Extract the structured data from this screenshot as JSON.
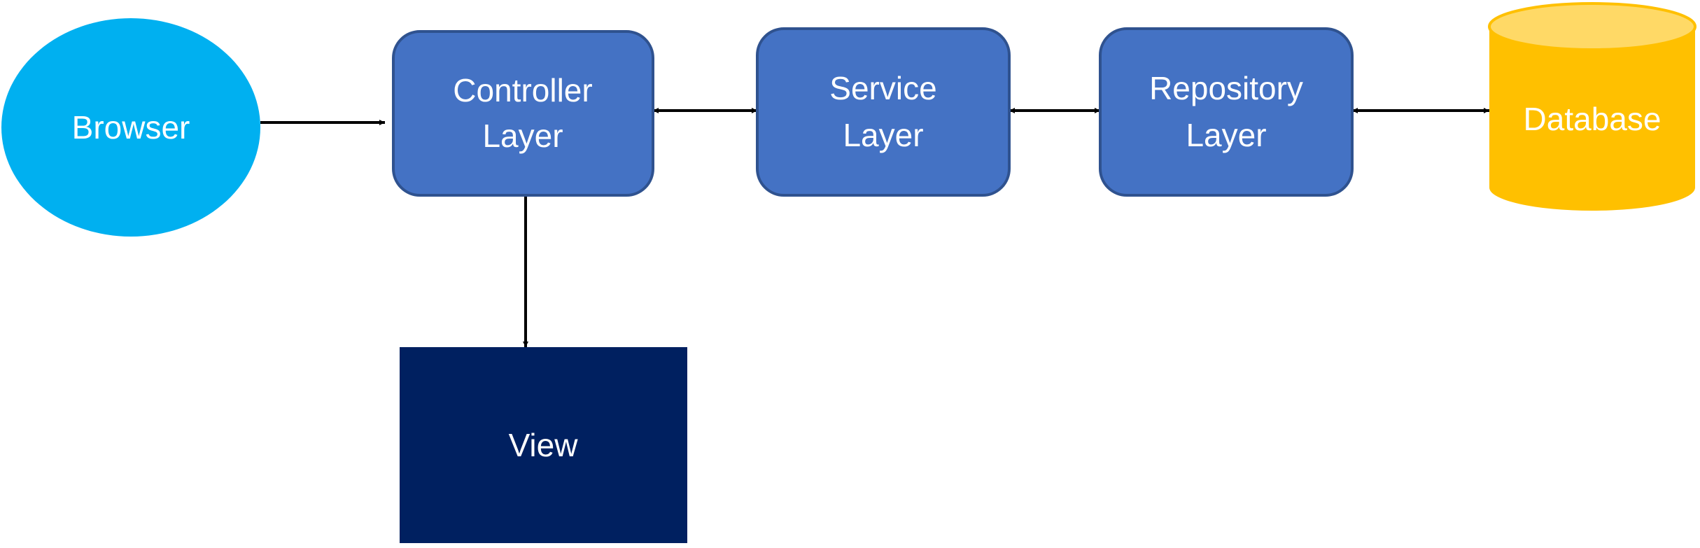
{
  "nodes": {
    "browser": {
      "label": "Browser",
      "color": "#00B0F0"
    },
    "controller": {
      "line1": "Controller",
      "line2": "Layer",
      "color": "#4472C4",
      "border": "#2F528F"
    },
    "service": {
      "line1": "Service",
      "line2": "Layer",
      "color": "#4472C4",
      "border": "#2F528F"
    },
    "repository": {
      "line1": "Repository",
      "line2": "Layer",
      "color": "#4472C4",
      "border": "#2F528F"
    },
    "database": {
      "label": "Database",
      "color": "#FFC000",
      "top_color": "#FFD966"
    },
    "view": {
      "label": "View",
      "color": "#002060"
    }
  },
  "edges": [
    {
      "from": "browser",
      "to": "controller",
      "direction": "one-way"
    },
    {
      "from": "controller",
      "to": "service",
      "direction": "two-way"
    },
    {
      "from": "service",
      "to": "repository",
      "direction": "two-way"
    },
    {
      "from": "repository",
      "to": "database",
      "direction": "two-way"
    },
    {
      "from": "controller",
      "to": "view",
      "direction": "one-way"
    }
  ]
}
